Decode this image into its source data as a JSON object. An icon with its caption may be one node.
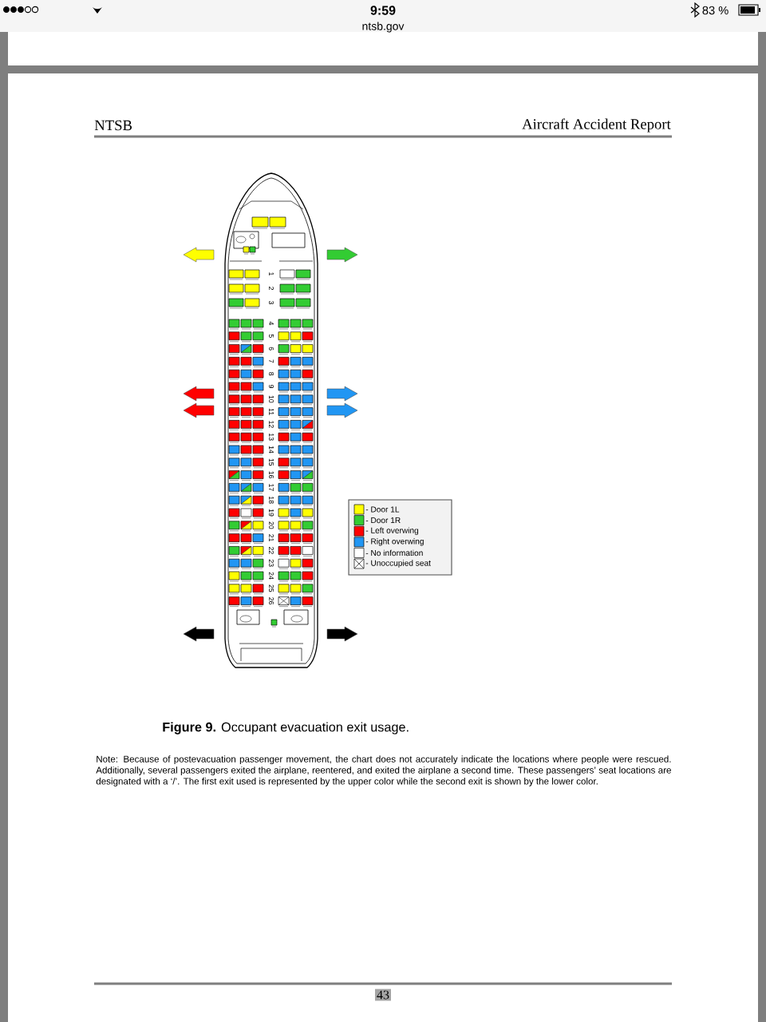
{
  "diagram": {
    "caption": "**Figure 9.** Occupant evacuation exit usage.",
    "labels": [
      "9:59",
      "ntsb.gov",
      "83 %",
      "NTSB",
      "Aircraft Accident Report",
      "1",
      "2",
      "3",
      "4",
      "5",
      "6",
      "7",
      "8",
      "9",
      "10",
      "11",
      "12",
      "13",
      "14",
      "15",
      "16",
      "17",
      "18",
      "19",
      "20",
      "21",
      "22",
      "23",
      "24",
      "25",
      "26",
      "Note: Because of postevacuation passenger movement, the chart does not accurately indicate the locations where people were rescued. Additionally, several passengers exited the airplane, reentered, and exited the airplane a second time. These passengers’ seat locations are designated with a ‘/’. The first exit used is represented by the upper color while the second exit is shown by the lower color.",
      "43"
    ],
    "legend": [
      {
        "text": "- Door 1L",
        "color": "#ffff00"
      },
      {
        "text": "- Door 1R",
        "color": "#33cc33"
      },
      {
        "text": "- Left overwing",
        "color": "#ff0000"
      },
      {
        "text": "- Right overwing",
        "color": "#2196f3"
      },
      {
        "text": "- No information",
        "color": "#ffffff"
      },
      {
        "text": "- Unoccupied seat"
      }
    ]
  }
}
